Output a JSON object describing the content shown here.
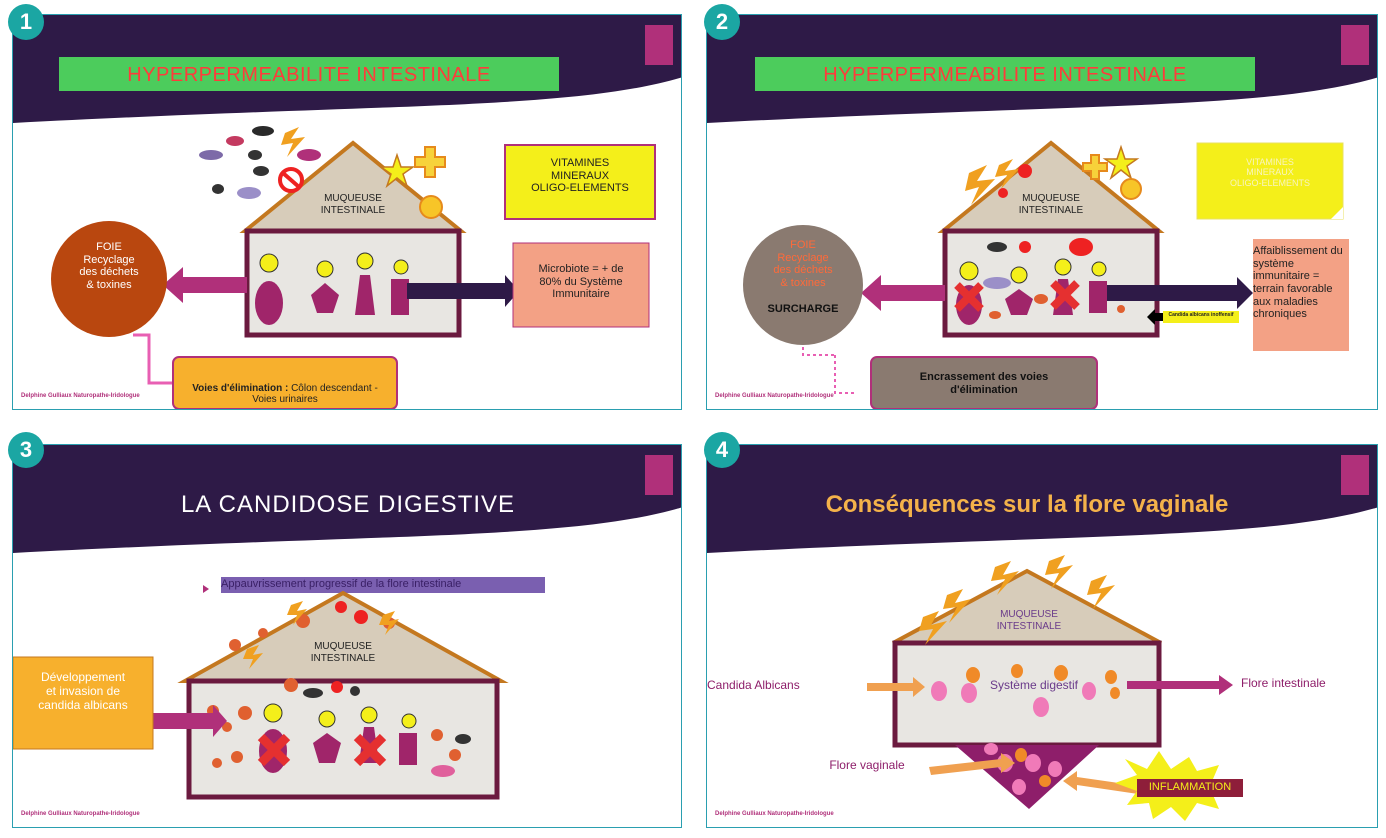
{
  "slides": [
    {
      "number": "1",
      "title": "HYPERPERMEABILITE INTESTINALE",
      "muqueuse": "MUQUEUSE\nINTESTINALE",
      "vitamines": "VITAMINES\nMINERAUX\nOLIGO-ELEMENTS",
      "foie": "FOIE\nRecyclage\ndes déchets\n& toxines",
      "microbiote": "Microbiote = + de\n80% du Système\nImmunitaire",
      "voies_bold": "Voies d'élimination : ",
      "voies_rest": "Côlon descendant - Voies urinaires",
      "footer": "Delphine Gulliaux Naturopathe-Iridologue"
    },
    {
      "number": "2",
      "title": "HYPERPERMEABILITE INTESTINALE",
      "muqueuse": "MUQUEUSE\nINTESTINALE",
      "vitamines": "VITAMINES\nMINERAUX\nOLIGO-ELEMENTS",
      "foie": "FOIE\nRecyclage\ndes déchets\n& toxines",
      "surcharge": "SURCHARGE",
      "affaiblissement": "Affaiblissement du\nsystème\nimmunitaire =\nterrain favorable\naux maladies\nchroniques",
      "candida_tag": "Candida albicans inoffensif",
      "encrassement": "Encrassement des voies\nd'élimination",
      "footer": "Delphine Gulliaux Naturopathe-Iridologue"
    },
    {
      "number": "3",
      "title": "LA CANDIDOSE DIGESTIVE",
      "bullet": "Appauvrissement progressif de la flore intestinale",
      "muqueuse": "MUQUEUSE\nINTESTINALE",
      "developpement": "Développement\net invasion de\ncandida albicans",
      "footer": "Delphine Gulliaux Naturopathe-Iridologue"
    },
    {
      "number": "4",
      "title": "Conséquences sur la flore vaginale",
      "muqueuse": "MUQUEUSE\nINTESTINALE",
      "candida": "Candida Albicans",
      "systeme": "Système digestif",
      "flore_intestinale": "Flore intestinale",
      "flore_vaginale": "Flore vaginale",
      "inflammation": "INFLAMMATION",
      "footer": "Delphine Gulliaux Naturopathe-Iridologue"
    }
  ],
  "colors": {
    "teal": "#1ba6a3",
    "header_purple": "#2e1a47",
    "magenta": "#b0307a",
    "green": "#4ccc5c",
    "brown": "#b9470f",
    "salmon": "#f3a185",
    "yellow": "#f4ef1a",
    "orange": "#f7b02d"
  }
}
